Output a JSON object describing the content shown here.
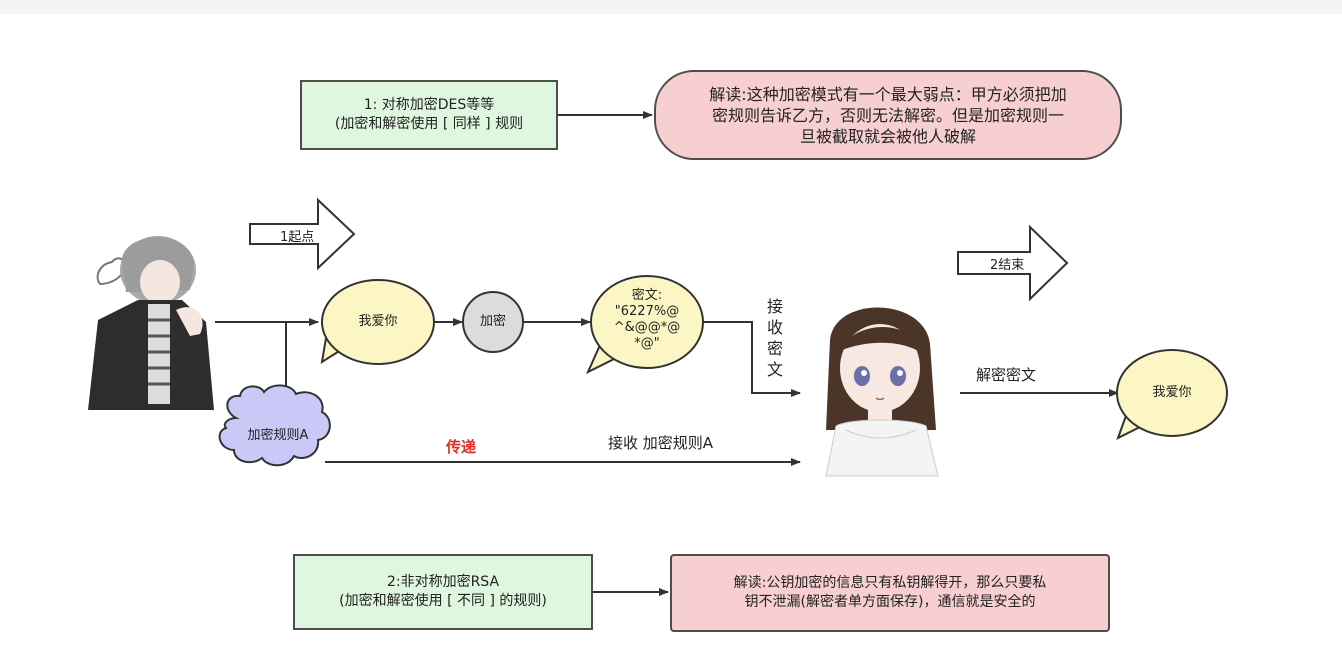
{
  "symmetric_box": {
    "line1": "1: 对称加密DES等等",
    "line2": "(加密和解密使用 [ 同样 ] 规则"
  },
  "symmetric_note": {
    "line1": "解读:这种加密模式有一个最大弱点：甲方必须把加",
    "line2": "密规则告诉乙方，否则无法解密。但是加密规则一",
    "line3": "旦被截取就会被他人破解"
  },
  "start_arrow": "1起点",
  "end_arrow": "2结束",
  "plaintext_bubble": "我爱你",
  "encrypt_node": "加密",
  "ciphertext_bubble": {
    "line1": "密文:",
    "line2": "\"6227%@",
    "line3": "^&@@*@",
    "line4": "*@\""
  },
  "receive_ciphertext": "接收密文",
  "rule_cloud": "加密规则A",
  "transfer_label": "传递",
  "receive_rule_label": "接收 加密规则A",
  "decrypt_label": "解密密文",
  "result_bubble": "我爱你",
  "asymmetric_box": {
    "line1": "2:非对称加密RSA",
    "line2": "(加密和解密使用 [ 不同 ] 的规则)"
  },
  "asymmetric_note": {
    "line1": "解读:公钥加密的信息只有私钥解得开，那么只要私",
    "line2": "钥不泄漏(解密者单方面保存)，通信就是安全的"
  },
  "colors": {
    "green_box": "#dff7df",
    "pink_box": "#f7cfd1",
    "speech_bubble": "#fbf6c4",
    "encrypt_circle": "#dcdcdc",
    "cloud": "#c9c8f7",
    "transfer_text": "#e0302a"
  },
  "icons": [
    "boy-character-icon",
    "girl-character-icon",
    "heart-icon"
  ]
}
